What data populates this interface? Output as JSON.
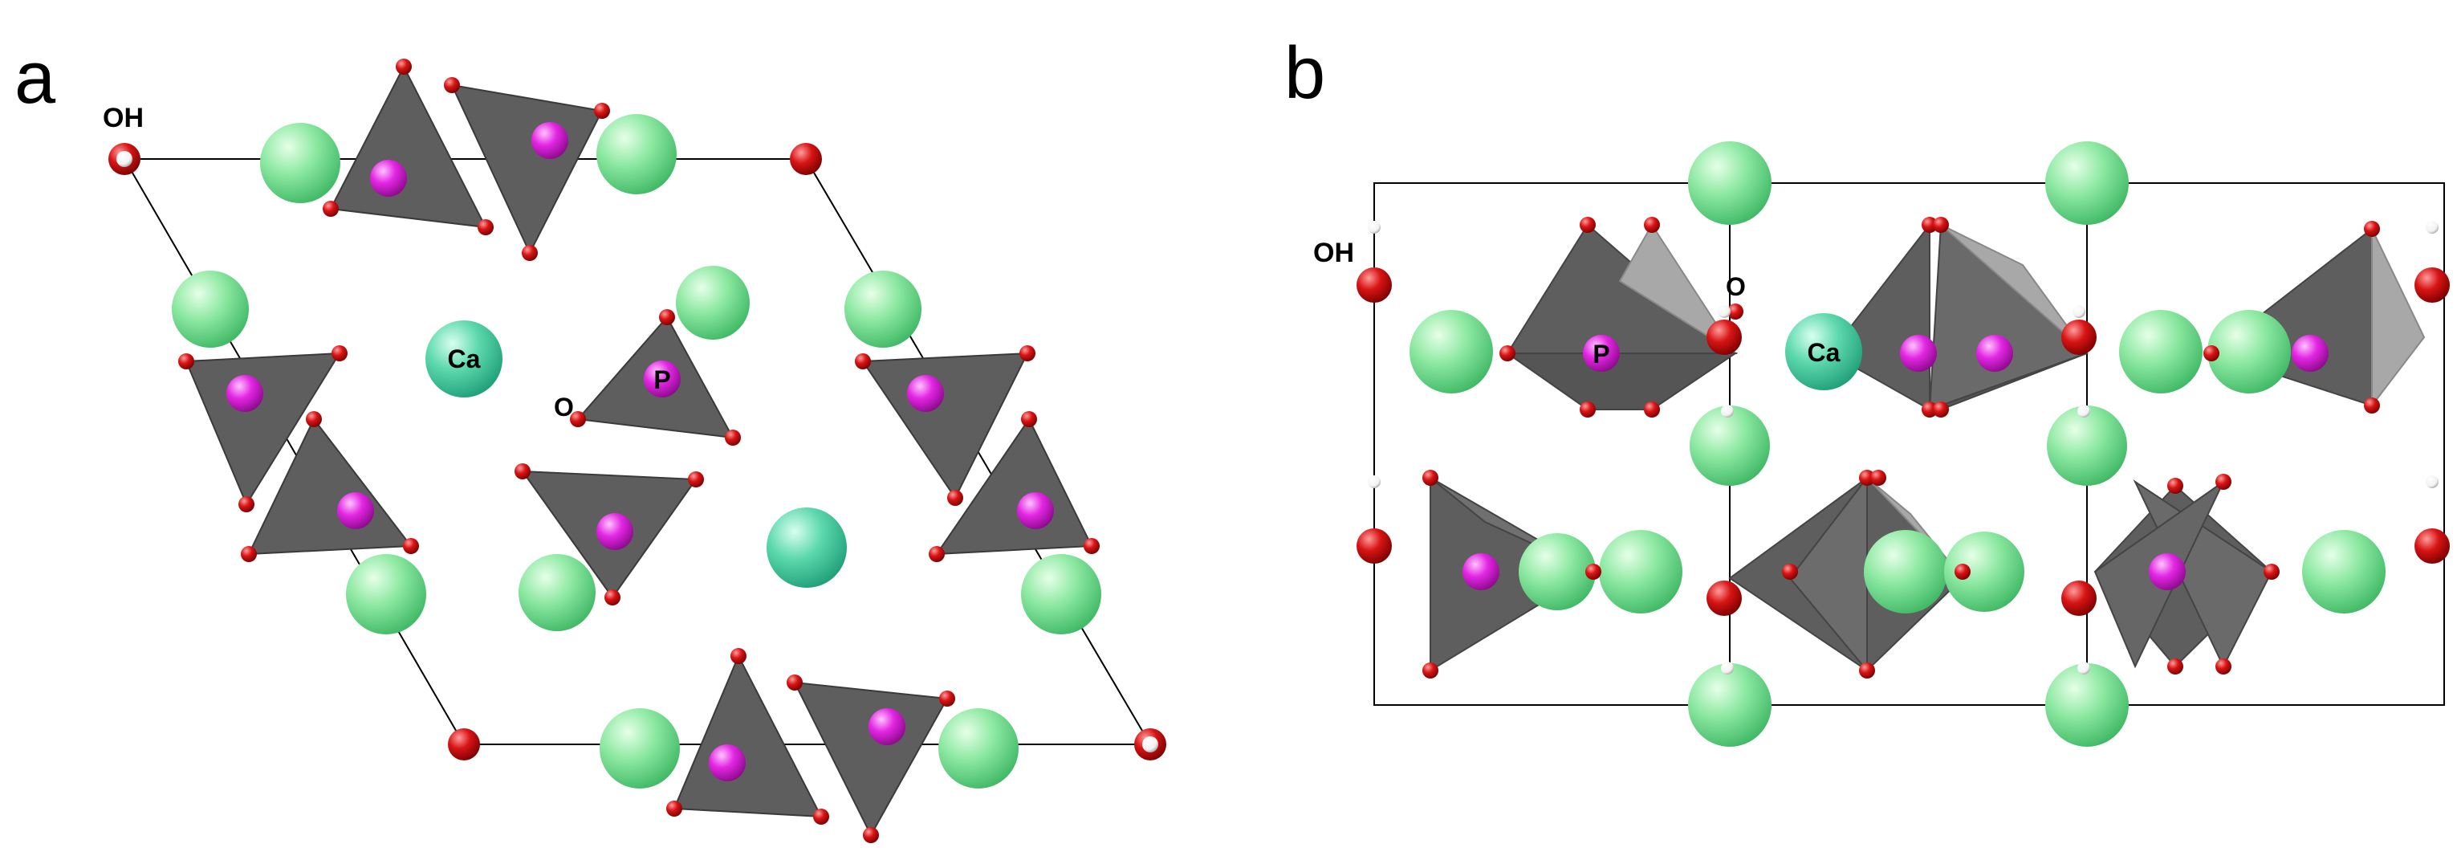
{
  "panels": [
    {
      "letter": "a",
      "labels": {
        "oh": "OH",
        "ca": "Ca",
        "o": "O",
        "p": "P"
      }
    },
    {
      "letter": "b",
      "labels": {
        "oh": "OH",
        "ca": "Ca",
        "o": "O",
        "p": "P"
      }
    }
  ],
  "colors": {
    "ca": "#7fe39a",
    "ca_highlight": "#54d3a6",
    "p": "#e020e0",
    "o": "#d01010",
    "h": "#ffffff",
    "tetra": "#5e5e5e",
    "tetra_light": "#a8a8a8",
    "cell": "#000000"
  }
}
